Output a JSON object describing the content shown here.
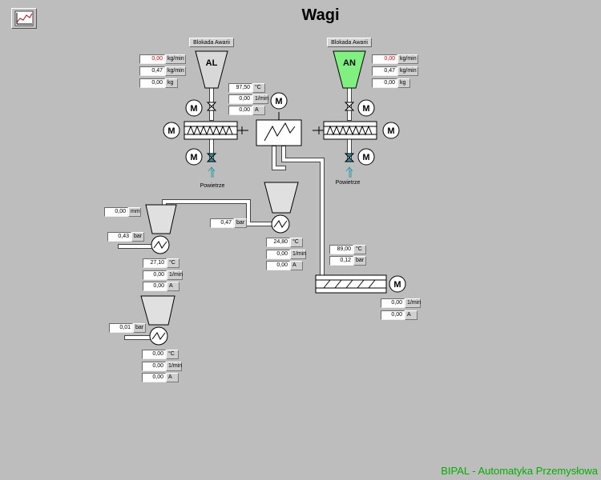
{
  "header": {
    "title": "Wagi",
    "chart_button_icon": "chart-icon"
  },
  "footer": {
    "text": "BIPAL - Automatyka Przemysłowa"
  },
  "colors": {
    "background": "#bdbdbd",
    "alarm": "#e00000",
    "active_hopper": "#80f080",
    "footer": "#00b000",
    "pipe": "#ffffff"
  },
  "hopper_al": {
    "label": "AL",
    "block_button": "Blokada Awarii",
    "readouts": [
      {
        "value": "0,00",
        "unit": "kg/min",
        "alarm": true
      },
      {
        "value": "0,47",
        "unit": "kg/min"
      },
      {
        "value": "0,00",
        "unit": "kg"
      }
    ],
    "motor_labels": [
      "M",
      "M",
      "M"
    ],
    "air_label": "Powietrze"
  },
  "hopper_an": {
    "label": "AN",
    "block_button": "Blokada Awarii",
    "readouts": [
      {
        "value": "0,00",
        "unit": "kg/min",
        "alarm": true
      },
      {
        "value": "0,47",
        "unit": "kg/min"
      },
      {
        "value": "0,00",
        "unit": "kg"
      }
    ],
    "motor_labels": [
      "M",
      "M",
      "M"
    ],
    "air_label": "Powietrze"
  },
  "heater": {
    "motor_label": "M",
    "readouts": [
      {
        "value": "97,50",
        "unit": "°C"
      },
      {
        "value": "0,00",
        "unit": "1/min"
      },
      {
        "value": "0,00",
        "unit": "A"
      }
    ]
  },
  "mixer1": {
    "readouts": [
      {
        "value": "0,00",
        "unit": "mm"
      },
      {
        "value": "0,43",
        "unit": "bar"
      },
      {
        "value": "27,10",
        "unit": "°C"
      },
      {
        "value": "0,00",
        "unit": "1/min"
      },
      {
        "value": "0,00",
        "unit": "A"
      }
    ]
  },
  "mixer2": {
    "readouts": [
      {
        "value": "0,47",
        "unit": "bar"
      },
      {
        "value": "24,80",
        "unit": "°C"
      },
      {
        "value": "0,00",
        "unit": "1/min"
      },
      {
        "value": "0,00",
        "unit": "A"
      }
    ]
  },
  "mixer3": {
    "readouts": [
      {
        "value": "0,01",
        "unit": "bar"
      },
      {
        "value": "0,00",
        "unit": "°C"
      },
      {
        "value": "0,00",
        "unit": "1/min"
      },
      {
        "value": "0,00",
        "unit": "A"
      }
    ]
  },
  "screw": {
    "motor_label": "M",
    "readouts": [
      {
        "value": "89,00",
        "unit": "°C"
      },
      {
        "value": "0,12",
        "unit": "bar"
      },
      {
        "value": "0,00",
        "unit": "1/min"
      },
      {
        "value": "0,00",
        "unit": "A"
      }
    ]
  }
}
